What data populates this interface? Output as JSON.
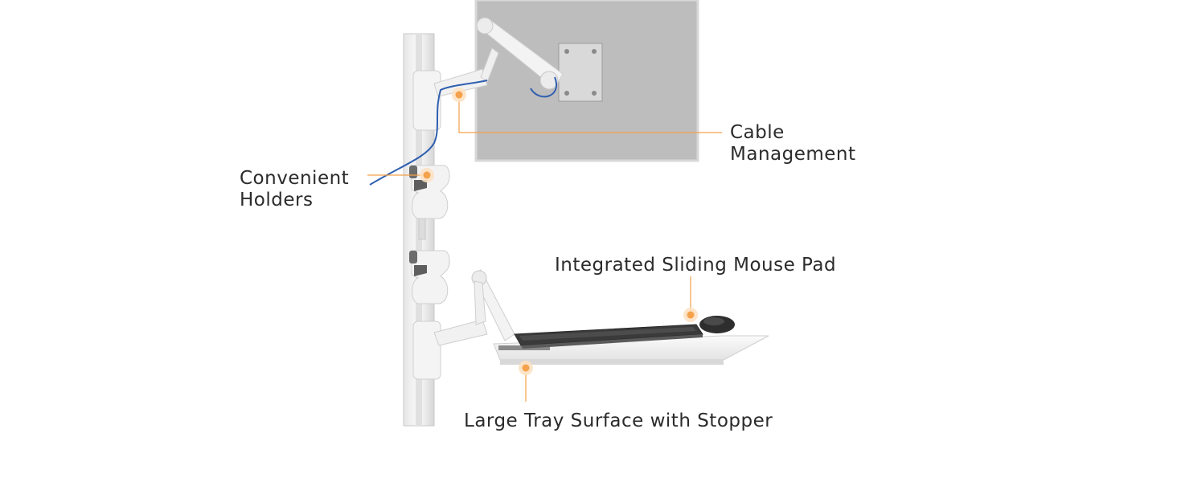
{
  "colors": {
    "accent": "#f5a04a",
    "accent_fill": "#f4a24c",
    "text": "#2b2b2b",
    "monitor": "#b9b9b9",
    "mount_white": "#f4f4f4",
    "cable_blue": "#2f5fb0",
    "keyboard": "#3a3a3a"
  },
  "callouts": {
    "cable_management": {
      "line1": "Cable",
      "line2": "Management"
    },
    "convenient_holders": {
      "line1": "Convenient",
      "line2": "Holders"
    },
    "mouse_pad": {
      "text": "Integrated Sliding Mouse Pad"
    },
    "tray_surface": {
      "text": "Large Tray Surface with Stopper"
    }
  },
  "icons": [
    "callout-dot-icon"
  ]
}
